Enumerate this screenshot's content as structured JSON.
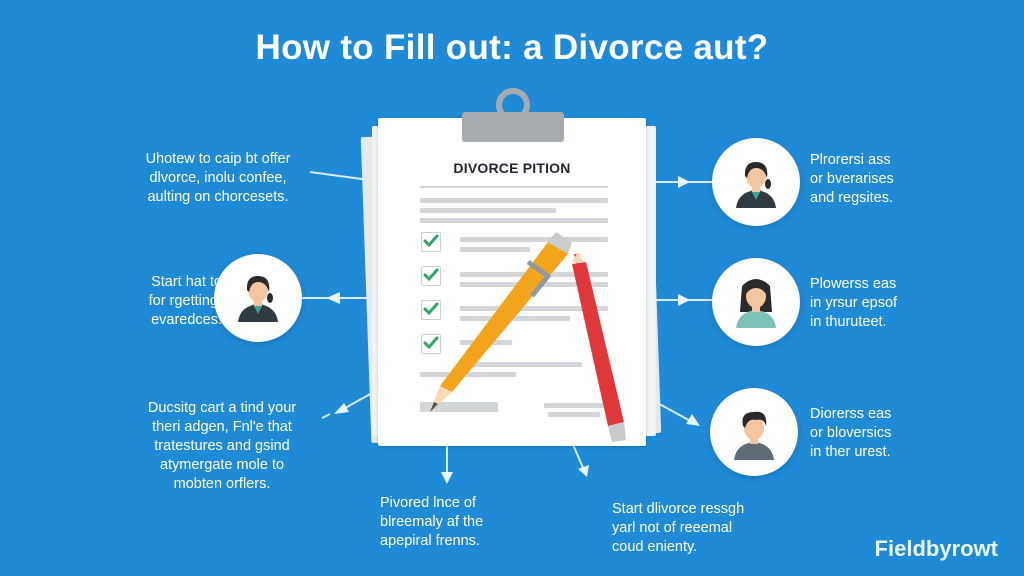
{
  "title": "How to Fill out: a Divorce aut?",
  "document": {
    "heading": "DIVORCE PITION",
    "checked_items": 4
  },
  "notes": {
    "left_top": [
      "Uhotew to caip bt offer",
      "dlvorce, inolu confee,",
      "aulting on chorcesets."
    ],
    "left_middle": [
      "Start hat to",
      "for rgetting.",
      "evaredces."
    ],
    "left_bottom": [
      "Ducsitg cart a tind your",
      "theri adgen, Fnl'e that",
      "tratestures and gsind",
      "atymergate mole to",
      "mobten orflers."
    ],
    "bottom_center": [
      "Pivored lnce of",
      "blreemaly af the",
      "apepiral frenns."
    ],
    "bottom_right": [
      "Start dlivorce ressgh",
      "yarl not of reeemal",
      "coud enienty."
    ],
    "right_top": [
      "Plrorersi ass",
      "or bverarises",
      "and regsites."
    ],
    "right_middle": [
      "Plowerss eas",
      "in yrsur epsof",
      "in thuruteet."
    ],
    "right_bottom": [
      "Diorerss eas",
      "or bloversics",
      "in ther urest."
    ]
  },
  "avatars": [
    {
      "position": "left-middle",
      "icon": "woman-ponytail-avatar"
    },
    {
      "position": "right-top",
      "icon": "woman-ponytail-avatar"
    },
    {
      "position": "right-middle",
      "icon": "woman-long-hair-avatar"
    },
    {
      "position": "right-bottom",
      "icon": "man-avatar"
    }
  ],
  "brand": "Fieldbyrowt",
  "colors": {
    "background": "#1f8ad6",
    "check": "#2ea66b",
    "pen": "#f2a51c",
    "pencil": "#e0373a",
    "clip": "#a7abaf"
  }
}
